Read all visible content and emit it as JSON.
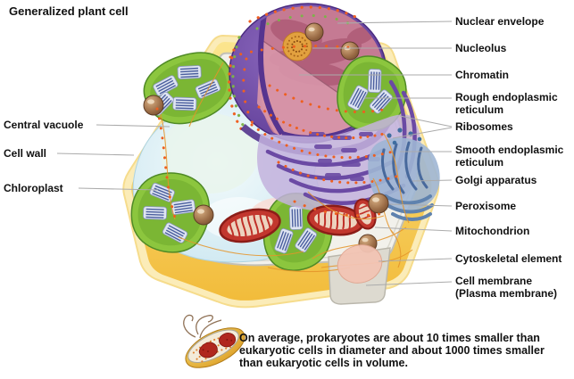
{
  "title": "Generalized plant cell",
  "labels": {
    "left": [
      {
        "id": "central-vacuole",
        "text": "Central vacuole"
      },
      {
        "id": "cell-wall",
        "text": "Cell wall"
      },
      {
        "id": "chloroplast",
        "text": "Chloroplast"
      }
    ],
    "right": [
      {
        "id": "nuclear-envelope",
        "text": "Nuclear envelope"
      },
      {
        "id": "nucleolus",
        "text": "Nucleolus"
      },
      {
        "id": "chromatin",
        "text": "Chromatin"
      },
      {
        "id": "rough-er",
        "text": "Rough endoplasmic\nreticulum"
      },
      {
        "id": "ribosomes",
        "text": "Ribosomes"
      },
      {
        "id": "smooth-er",
        "text": "Smooth endoplasmic\nreticulum"
      },
      {
        "id": "golgi-apparatus",
        "text": "Golgi apparatus"
      },
      {
        "id": "peroxisome",
        "text": "Peroxisome"
      },
      {
        "id": "mitochondrion",
        "text": "Mitochondrion"
      },
      {
        "id": "cytoskeletal-element",
        "text": "Cytoskeletal element"
      },
      {
        "id": "cell-membrane",
        "text": "Cell membrane\n(Plasma membrane)"
      }
    ]
  },
  "caption": {
    "text": "On average, prokaryotes are about 10 times smaller than eukaryotic cells in diameter and about 1000 times smaller than eukaryotic cells in volume."
  },
  "colors": {
    "cell_wall_gold": "#F5C94F",
    "cell_wall_pale": "#FBECB8",
    "cytoplasm": "#F2F1EB",
    "vacuole_blue": "#D9EDF4",
    "nucleus_envelope_purple": "#5C3D99",
    "chromatin_pink": "#C27A92",
    "nucleolus_orange": "#E2A13F",
    "chloroplast_green": "#7DBE3C",
    "mitochondrion_red": "#C2372E",
    "peroxisome_brown": "#96653F",
    "smooth_er_blue": "#6E8FBC",
    "ribosome_orange": "#EE5F1F",
    "cytoskeleton_orange": "#E59429",
    "leader_line_gray": "#ABABAB",
    "label_text": "#111111"
  }
}
